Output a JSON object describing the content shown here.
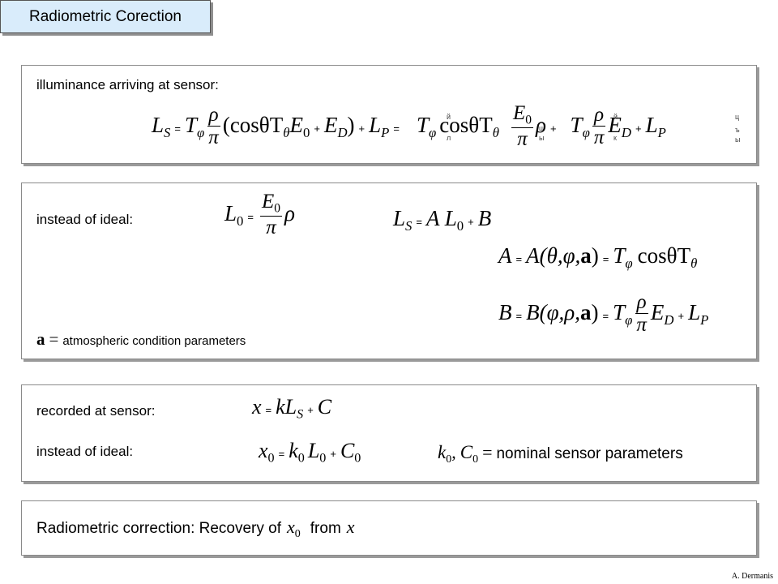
{
  "title": "Radiometric Corection",
  "panel1": {
    "label": "illuminance arriving at sensor:",
    "eq_LS": "L",
    "eq_LS_sub": "S",
    "eq_T": "T",
    "eq_phi": "φ",
    "eq_rho": "ρ",
    "eq_pi": "π",
    "eq_paren1": "(cosθT",
    "eq_theta": "θ",
    "eq_E": "E",
    "eq_zero": "0",
    "eq_ED": "E",
    "eq_D": "D",
    "eq_paren2": ")",
    "eq_LP": "L",
    "eq_P": "P",
    "eq_cos": "cosθT",
    "eq_E0": "E",
    "glyph_a": "й",
    "glyph_b": "ц",
    "glyph_c": "ы",
    "glyph_d": "л",
    "glyph_e": "к",
    "glyph_f": "щ",
    "glyph_g": "ъ"
  },
  "panel2": {
    "label": "instead of ideal:",
    "eq1": "L",
    "eq2": "L",
    "eq2_rhs": "A L",
    "eq2_B": "B",
    "eqA_lhs": "A",
    "eqA_mid": "A(θ,φ,",
    "eqA_rhs": "T",
    "eqA_cos": "cosθT",
    "eqB_lhs": "B",
    "eqB_mid": "B(φ,ρ,",
    "bold_a": "a",
    "close": ")",
    "atm_label": "atmospheric condition parameters"
  },
  "panel3": {
    "label1": "recorded at sensor:",
    "label2": "instead of ideal:",
    "eq1_x": "x",
    "eq1_k": "kL",
    "eq1_C": "C",
    "eq2_x": "x",
    "eq2_k": "k",
    "eq2_L": "L",
    "eq2_C": "C",
    "k0": "k",
    "C0": "C",
    "comma": ",",
    "nominal": "nominal sensor parameters"
  },
  "panel4": {
    "label": "Radiometric correction: Recovery of",
    "x0": "x",
    "from": "from",
    "x": "x"
  },
  "symbols": {
    "eq": "=",
    "plus": "+",
    "big_eq": "="
  },
  "credit": "A. Dermanis"
}
